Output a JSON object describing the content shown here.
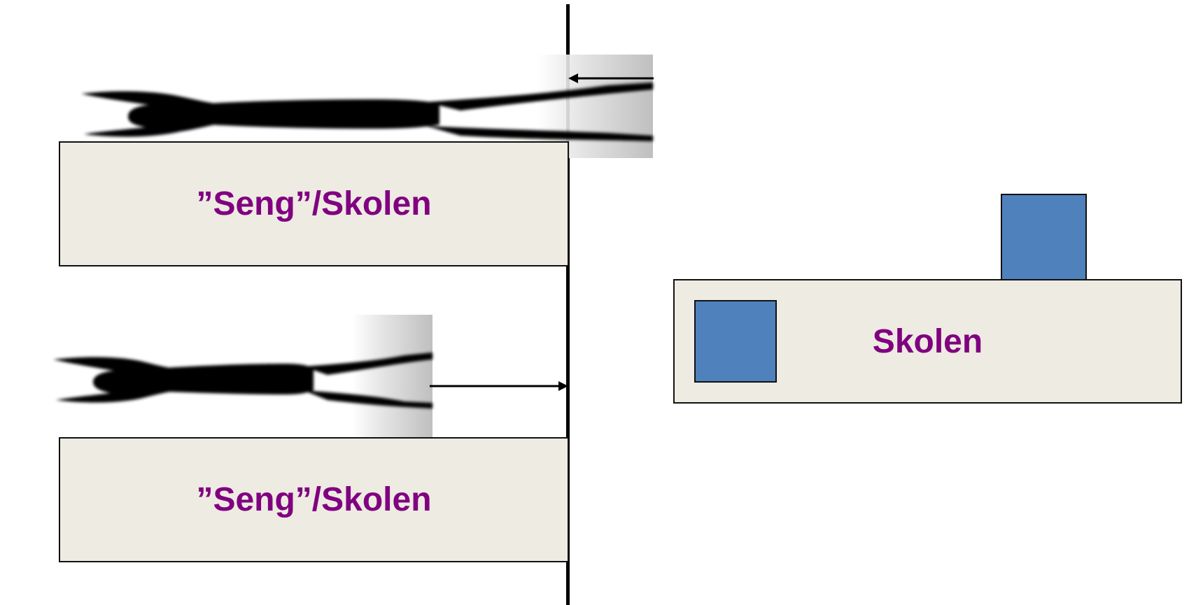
{
  "diagram": {
    "panels": [
      {
        "label": "”Seng”/Skolen"
      },
      {
        "label": "”Seng”/Skolen"
      }
    ],
    "right_panel": {
      "label": "Skolen"
    },
    "colors": {
      "bar_fill": "#eeebe2",
      "label_text": "#800080",
      "square_fill": "#4f81bd",
      "line": "#000000"
    },
    "icons": [
      "person-silhouette-icon",
      "arrow-left-icon",
      "arrow-right-icon"
    ]
  }
}
